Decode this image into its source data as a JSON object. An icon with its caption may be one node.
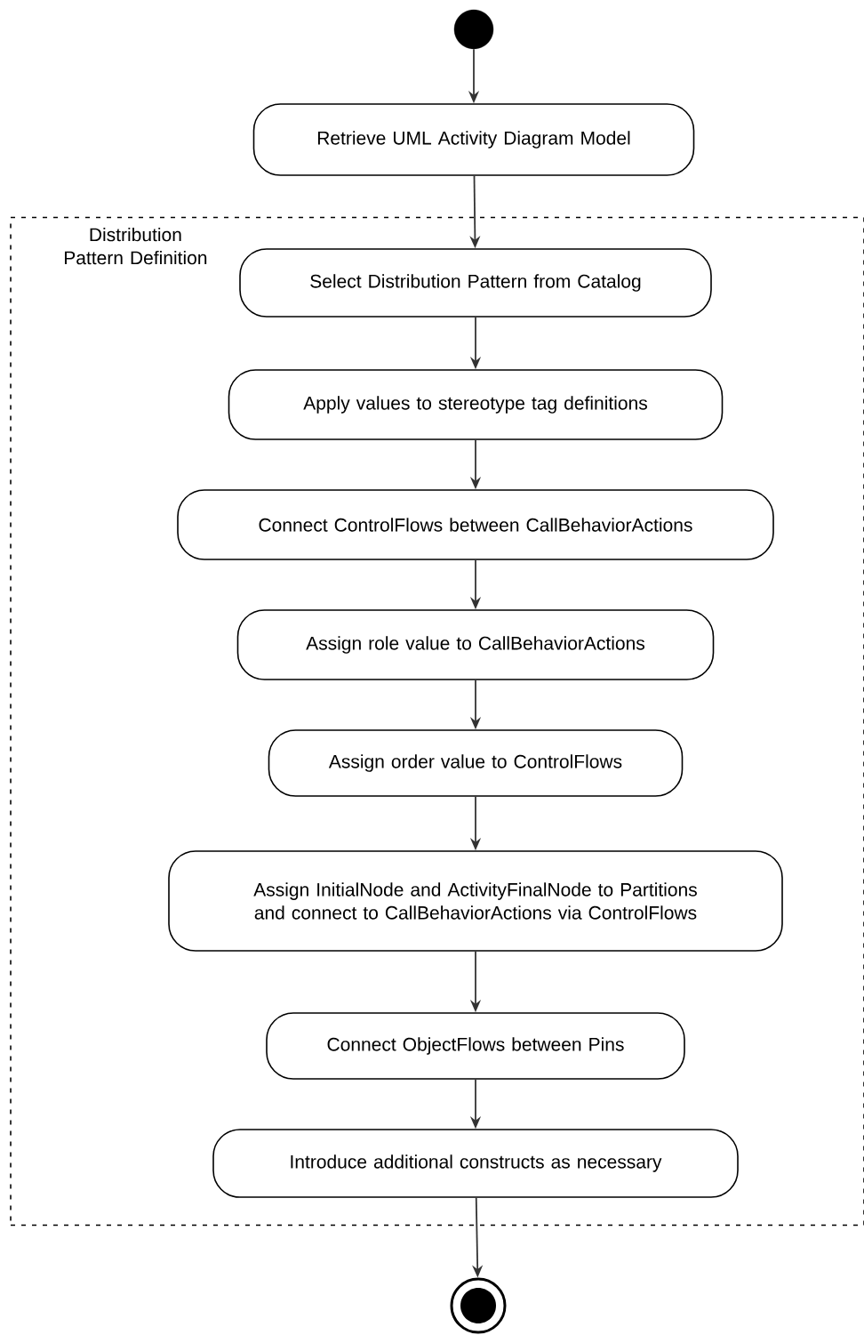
{
  "diagram": {
    "nodes": [
      {
        "text": [],
        "shape": "circle"
      },
      {
        "text": [
          "Retrieve UML Activity Diagram Model"
        ]
      },
      {
        "text": [
          "Distribution Pattern Definition"
        ]
      },
      {
        "text": [
          "Select Distribution Pattern from Catalog"
        ],
        "in": 2
      },
      {
        "text": [
          "Apply values to stereotype tag definitions"
        ],
        "in": 2
      },
      {
        "text": [
          "Connect ControlFlows between CallBehaviorActions"
        ],
        "in": 2
      },
      {
        "text": [
          "Assign role value to CallBehaviorActions"
        ],
        "in": 2
      },
      {
        "text": [
          "Assign order value to ControlFlows"
        ],
        "in": 2
      },
      {
        "text": [
          "Assign InitialNode and ActivityFinalNode to Partitions and connect to CallBehaviorActions via ControlFlows"
        ],
        "in": 2
      },
      {
        "text": [
          "Connect ObjectFlows between Pins"
        ],
        "in": 2
      },
      {
        "text": [
          "Introduce additional constructs as necessary"
        ],
        "in": 2
      },
      {
        "text": [],
        "shape": "circle"
      }
    ],
    "edges": [
      {
        "from": 0,
        "to": 1,
        "arrow": "to"
      },
      {
        "from": 1,
        "to": 3,
        "arrow": "to"
      },
      {
        "from": 3,
        "to": 4,
        "arrow": "to"
      },
      {
        "from": 4,
        "to": 5,
        "arrow": "to"
      },
      {
        "from": 5,
        "to": 6,
        "arrow": "to"
      },
      {
        "from": 6,
        "to": 7,
        "arrow": "to"
      },
      {
        "from": 7,
        "to": 8,
        "arrow": "to"
      },
      {
        "from": 8,
        "to": 9,
        "arrow": "to"
      },
      {
        "from": 9,
        "to": 10,
        "arrow": "to"
      },
      {
        "from": 10,
        "to": 11,
        "arrow": "to"
      }
    ]
  }
}
